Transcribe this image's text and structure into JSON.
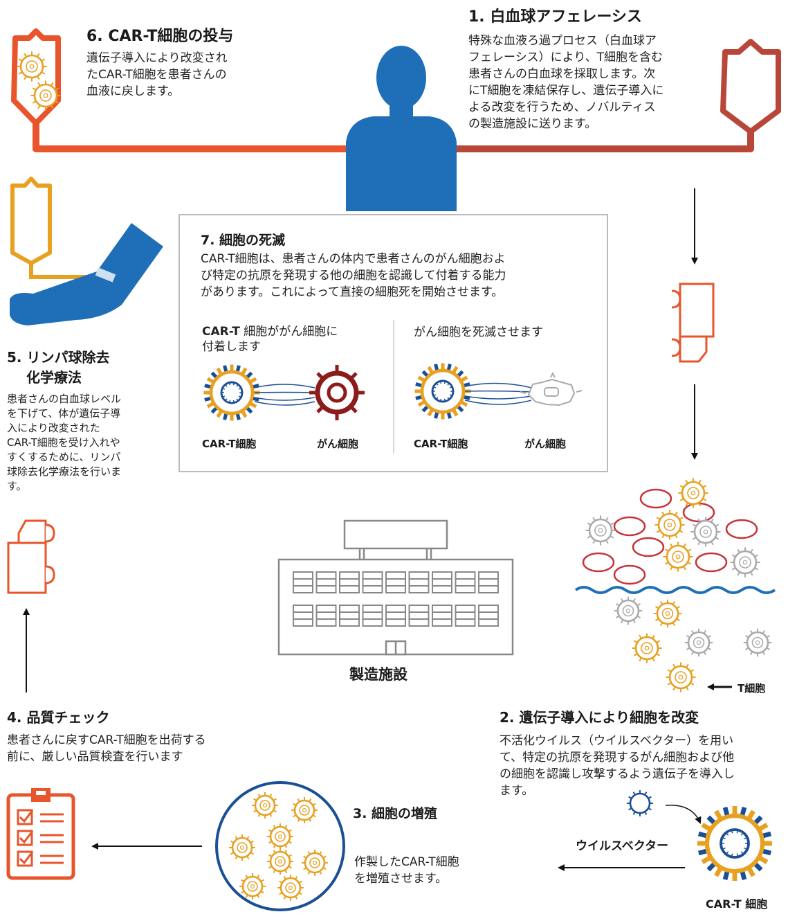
{
  "colors": {
    "blue": "#1f6fb8",
    "orange": "#e8542b",
    "brown": "#b8473a",
    "gold": "#e8a020",
    "red": "#c8323a",
    "darkred": "#8c1c1c",
    "gray": "#888888",
    "navy": "#1a4f95"
  },
  "step1": {
    "title": "1. 白血球アフェレーシス",
    "lines": [
      "特殊な血液ろ過プロセス（白血球ア",
      "フェレーシス）により、T細胞を含む",
      "患者さんの白血球を採取します。次",
      "にT細胞を凍結保存し、遺伝子導入に",
      "よる改変を行うため、ノバルティス",
      "の製造施設に送ります。"
    ]
  },
  "step2": {
    "title": "2. 遺伝子導入により細胞を改変",
    "lines": [
      "不活化ウイルス（ウイルスベクター）を用い",
      "て、特定の抗原を発現するがん細胞および他",
      "の細胞を認識し攻撃するよう遺伝子を導入し",
      "ます。"
    ],
    "vector_label": "ウイルスベクター",
    "cart_label": "CAR-T 細胞",
    "tcell_label": "T細胞"
  },
  "step3": {
    "title": "3. 細胞の増殖",
    "lines": [
      "作製したCAR-T細胞",
      "を増殖させます。"
    ]
  },
  "step4": {
    "title": "4. 品質チェック",
    "lines": [
      "患者さんに戻すCAR-T細胞を出荷する",
      "前に、厳しい品質検査を行います"
    ]
  },
  "step5": {
    "title_lines": [
      "5. リンパ球除去",
      "化学療法"
    ],
    "lines": [
      "患者さんの白血球レベル",
      "を下げて、体が遺伝子導",
      "入により改変された",
      "CAR-T細胞を受け入れや",
      "すくするために、リンパ",
      "球除去化学療法を行いま",
      "す。"
    ]
  },
  "step6": {
    "title": "6. CAR-T細胞の投与",
    "lines": [
      "遺伝子導入により改変され",
      "たCAR-T細胞を患者さんの",
      "血液に戻します。"
    ]
  },
  "step7": {
    "title": "7. 細胞の死滅",
    "lines": [
      "CAR-T細胞は、患者さんの体内で患者さんのがん細胞およ",
      "び特定の抗原を発現する他の細胞を認識して付着する能力",
      "があります。これによって直接の細胞死を開始させます。"
    ],
    "left_head_bold": "CAR-T",
    "left_head_rest": " 細胞ががん細胞に",
    "left_head_line2": "付着します",
    "right_head": "がん細胞を死滅させます",
    "cart_label": "CAR-T細胞",
    "cancer_label": "がん細胞"
  },
  "factory_label": "製造施設"
}
